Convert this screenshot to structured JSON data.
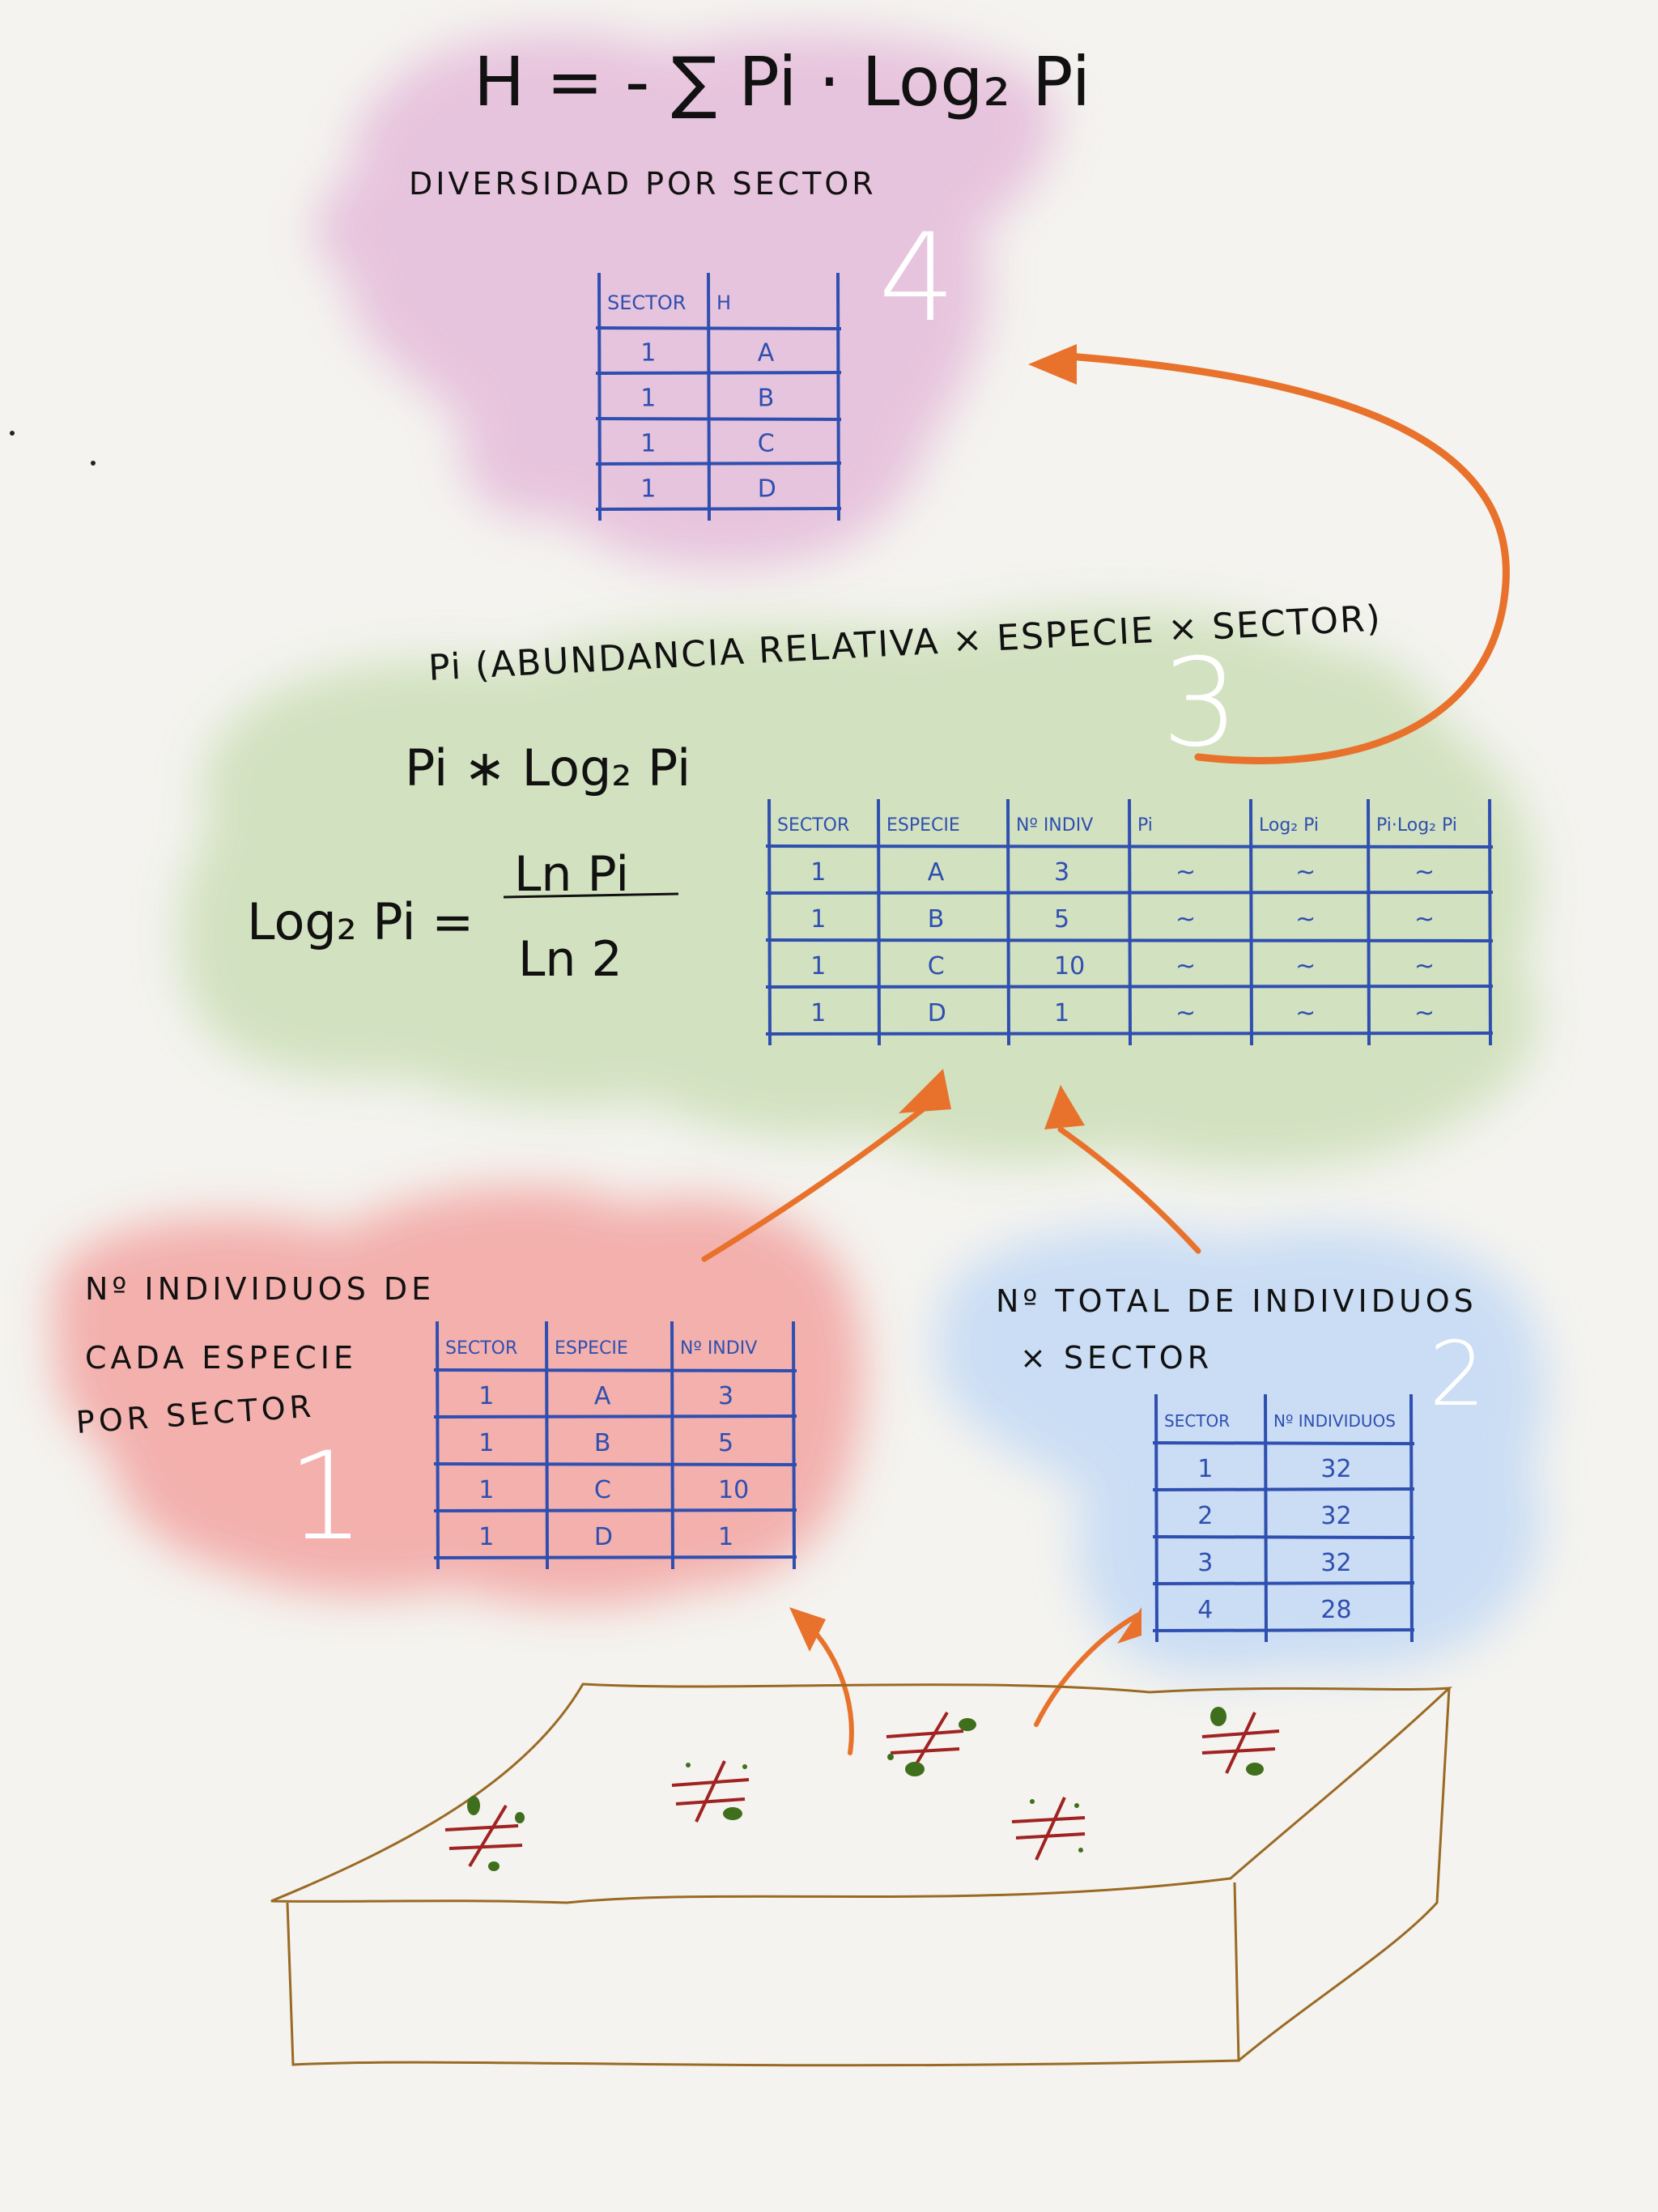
{
  "colors": {
    "background": "#f4f3ef",
    "cloud_pink": "#e6bfdc",
    "cloud_green": "#cfe0bb",
    "cloud_red": "#f3a9a6",
    "cloud_blue": "#c6dbf5",
    "table_ink": "#2f4fb0",
    "arrow": "#e8722b",
    "soil_line": "#9a6a24",
    "plant_green": "#3f6f1d",
    "cross_red": "#a02222"
  },
  "step4": {
    "number": "4",
    "formula": "H = - ∑ Pi · Log₂ Pi",
    "caption": "DIVERSIDAD POR SECTOR",
    "table": {
      "headers": [
        "SECTOR",
        "H"
      ],
      "rows": [
        [
          "1",
          "A"
        ],
        [
          "1",
          "B"
        ],
        [
          "1",
          "C"
        ],
        [
          "1",
          "D"
        ]
      ]
    }
  },
  "step3": {
    "number": "3",
    "title": "Pi (ABUNDANCIA RELATIVA × ESPECIE × SECTOR)",
    "product": "Pi ∗ Log₂ Pi",
    "log_lhs": "Log₂ Pi =",
    "log_numerator": "Ln Pi",
    "log_denominator": "Ln 2",
    "table": {
      "headers": [
        "SECTOR",
        "ESPECIE",
        "Nº INDIV",
        "Pi",
        "Log₂ Pi",
        "Pi·Log₂ Pi"
      ],
      "rows": [
        [
          "1",
          "A",
          "3",
          "~",
          "~",
          "~"
        ],
        [
          "1",
          "B",
          "5",
          "~",
          "~",
          "~"
        ],
        [
          "1",
          "C",
          "10",
          "~",
          "~",
          "~"
        ],
        [
          "1",
          "D",
          "1",
          "~",
          "~",
          "~"
        ]
      ]
    }
  },
  "step1": {
    "number": "1",
    "caption_lines": [
      "Nº INDIVIDUOS DE",
      "CADA ESPECIE",
      "POR SECTOR"
    ],
    "table": {
      "headers": [
        "SECTOR",
        "ESPECIE",
        "Nº INDIV"
      ],
      "rows": [
        [
          "1",
          "A",
          "3"
        ],
        [
          "1",
          "B",
          "5"
        ],
        [
          "1",
          "C",
          "10"
        ],
        [
          "1",
          "D",
          "1"
        ]
      ]
    }
  },
  "step2": {
    "number": "2",
    "caption_lines": [
      "Nº TOTAL DE INDIVIDUOS",
      "× SECTOR"
    ],
    "table": {
      "headers": [
        "SECTOR",
        "Nº INDIVIDUOS"
      ],
      "rows": [
        [
          "1",
          "32"
        ],
        [
          "2",
          "32"
        ],
        [
          "3",
          "32"
        ],
        [
          "4",
          "28"
        ]
      ]
    }
  }
}
